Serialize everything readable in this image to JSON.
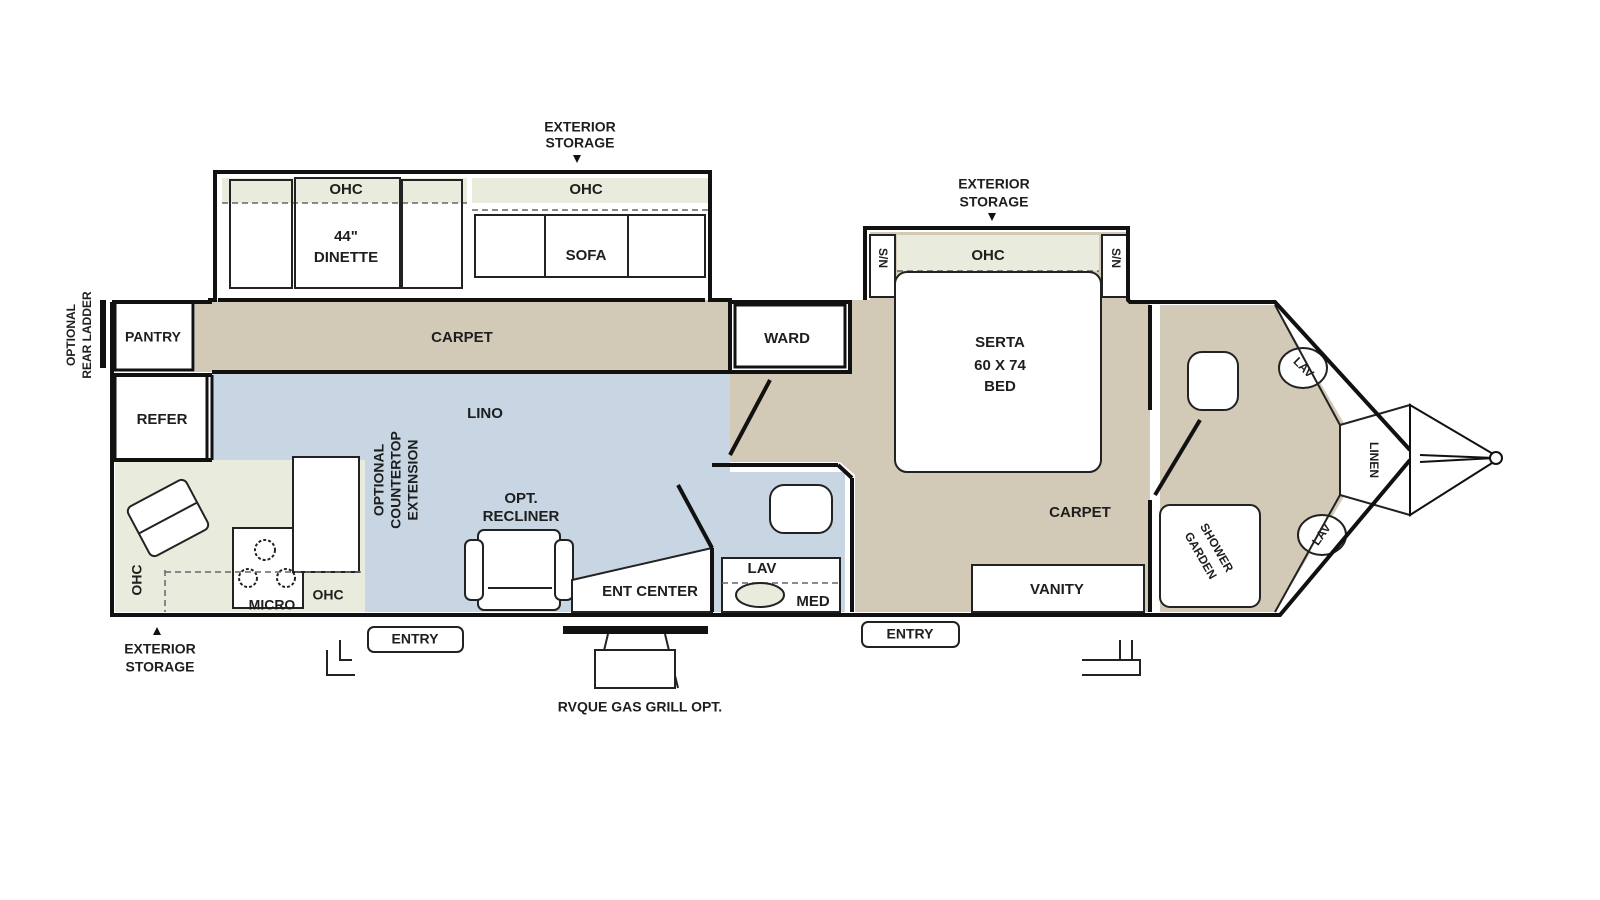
{
  "colors": {
    "carpet": "#d2c9b6",
    "lino": "#c8d6e3",
    "cabinet": "#e9ebdc",
    "white": "#ffffff",
    "wall": "#111111"
  },
  "labels": {
    "exterior_storage_top_line1": "EXTERIOR",
    "exterior_storage_top_line2": "STORAGE",
    "exterior_storage_right_line1": "EXTERIOR",
    "exterior_storage_right_line2": "STORAGE",
    "exterior_storage_bottom_line1": "EXTERIOR",
    "exterior_storage_bottom_line2": "STORAGE",
    "optional_rear_ladder_line1": "OPTIONAL",
    "optional_rear_ladder_line2": "REAR LADDER",
    "ohc_dinette": "OHC",
    "dinette_line1": "44\"",
    "dinette_line2": "DINETTE",
    "ohc_sofa": "OHC",
    "sofa": "SOFA",
    "pantry": "PANTRY",
    "carpet_slide": "CARPET",
    "refer": "REFER",
    "lino": "LINO",
    "countertop_line1": "OPTIONAL",
    "countertop_line2": "COUNTERTOP",
    "countertop_line3": "EXTENSION",
    "ohc_kitchen_side": "OHC",
    "micro": "MICRO",
    "ohc_kitchen": "OHC",
    "recliner_line1": "OPT.",
    "recliner_line2": "RECLINER",
    "ent_center": "ENT CENTER",
    "ward": "WARD",
    "lav_bath": "LAV",
    "med": "MED",
    "ohc_bedroom": "OHC",
    "sn_left": "S/N",
    "sn_right": "S/N",
    "bed_line1": "SERTA",
    "bed_line2": "60 X 74",
    "bed_line3": "BED",
    "carpet_bedroom": "CARPET",
    "vanity": "VANITY",
    "lav_upper": "LAV",
    "lav_lower": "LAV",
    "linen": "LINEN",
    "garden_shower_line1": "GARDEN",
    "garden_shower_line2": "SHOWER",
    "entry_left": "ENTRY",
    "entry_right": "ENTRY",
    "gas_grill": "RVQUE GAS GRILL OPT."
  }
}
